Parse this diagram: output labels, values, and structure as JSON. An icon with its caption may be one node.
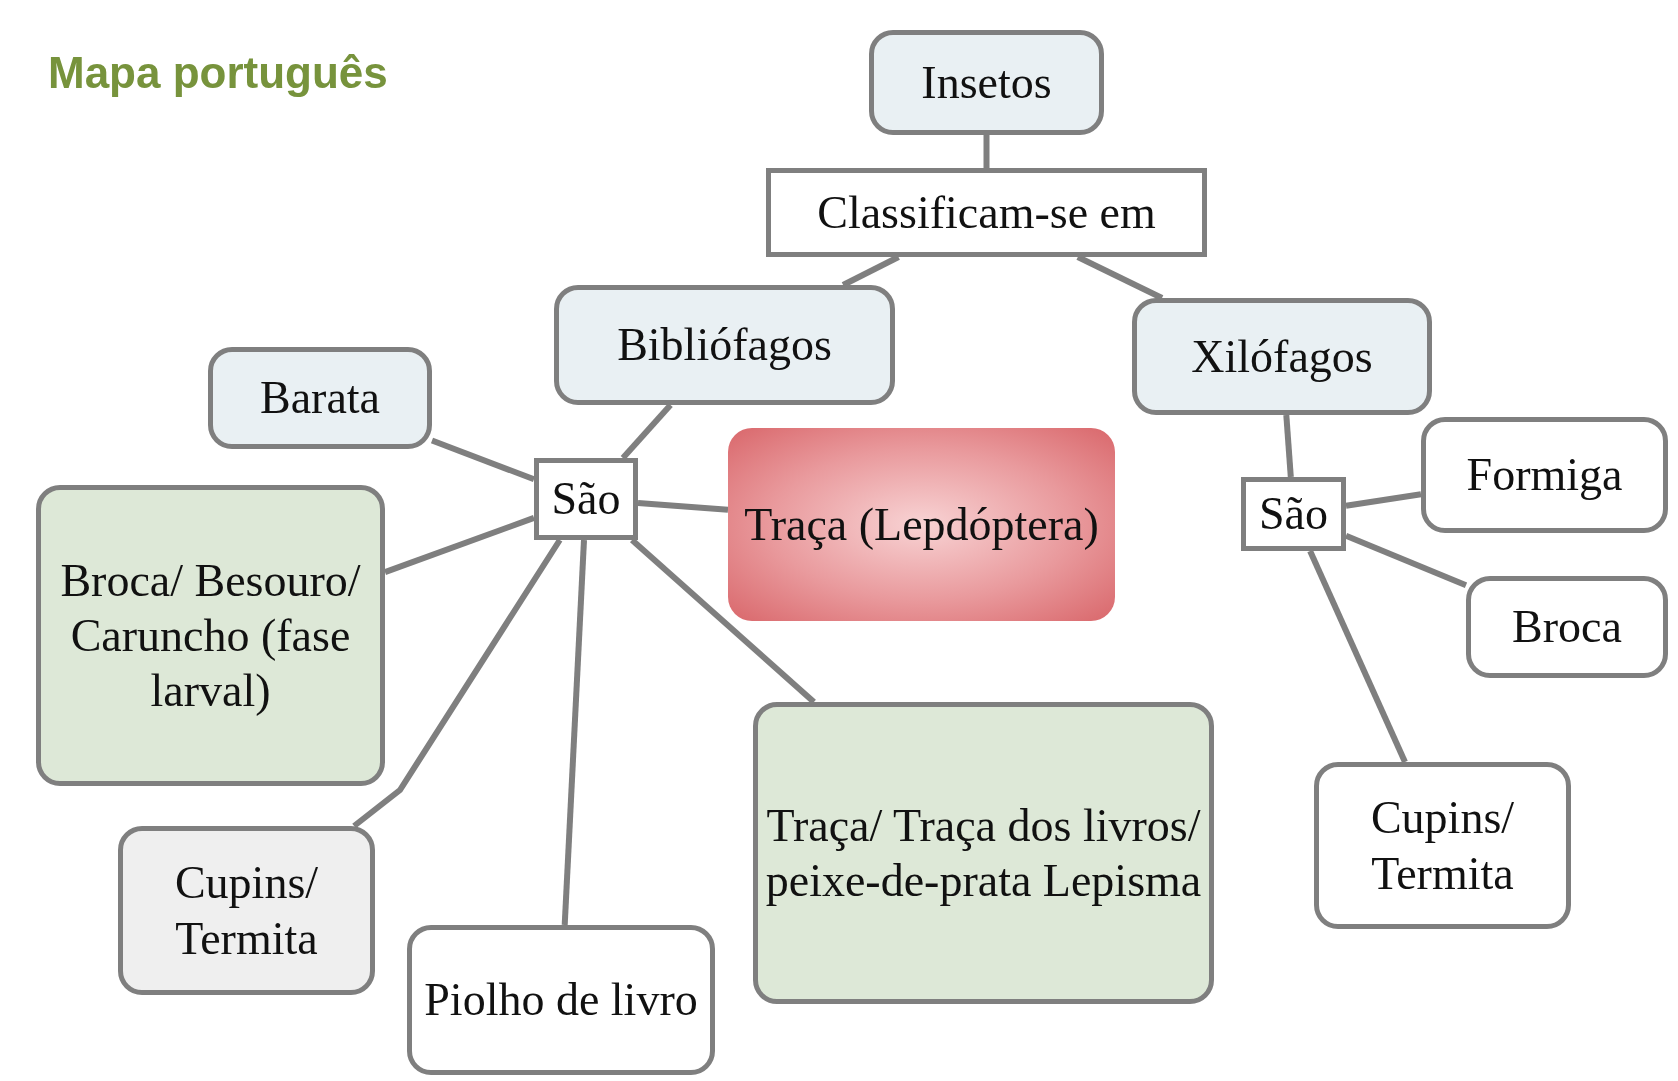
{
  "diagram": {
    "title": "Mapa português",
    "nodes": [
      {
        "text": [
          "Insetos"
        ]
      },
      {
        "text": [
          "Classificam-se em"
        ]
      },
      {
        "text": [
          "Bibliófagos"
        ]
      },
      {
        "text": [
          "Xilófagos"
        ]
      },
      {
        "text": [
          "Barata"
        ]
      },
      {
        "text": [
          "São"
        ]
      },
      {
        "text": [
          "Traça (Lepdóptera)"
        ]
      },
      {
        "text": [
          "Broca/ Besouro/ Caruncho (fase larval)"
        ]
      },
      {
        "text": [
          "Cupins/ Termita"
        ]
      },
      {
        "text": [
          "Piolho de livro"
        ]
      },
      {
        "text": [
          "Traça/ Traça dos livros/ peixe-de-prata Lepisma"
        ]
      },
      {
        "text": [
          "São"
        ]
      },
      {
        "text": [
          "Formiga"
        ]
      },
      {
        "text": [
          "Broca"
        ]
      },
      {
        "text": [
          "Cupins/ Termita"
        ]
      }
    ],
    "edges": [
      {
        "from": 0,
        "to": 1,
        "arrow": "none"
      },
      {
        "from": 1,
        "to": 2,
        "arrow": "none"
      },
      {
        "from": 1,
        "to": 3,
        "arrow": "none"
      },
      {
        "from": 2,
        "to": 5,
        "arrow": "none"
      },
      {
        "from": 5,
        "to": 4,
        "arrow": "none"
      },
      {
        "from": 5,
        "to": 6,
        "arrow": "none"
      },
      {
        "from": 5,
        "to": 7,
        "arrow": "none"
      },
      {
        "from": 5,
        "to": 8,
        "arrow": "none"
      },
      {
        "from": 5,
        "to": 9,
        "arrow": "none"
      },
      {
        "from": 5,
        "to": 10,
        "arrow": "none"
      },
      {
        "from": 3,
        "to": 11,
        "arrow": "none"
      },
      {
        "from": 11,
        "to": 12,
        "arrow": "none"
      },
      {
        "from": 11,
        "to": 13,
        "arrow": "none"
      },
      {
        "from": 11,
        "to": 14,
        "arrow": "none"
      }
    ]
  }
}
